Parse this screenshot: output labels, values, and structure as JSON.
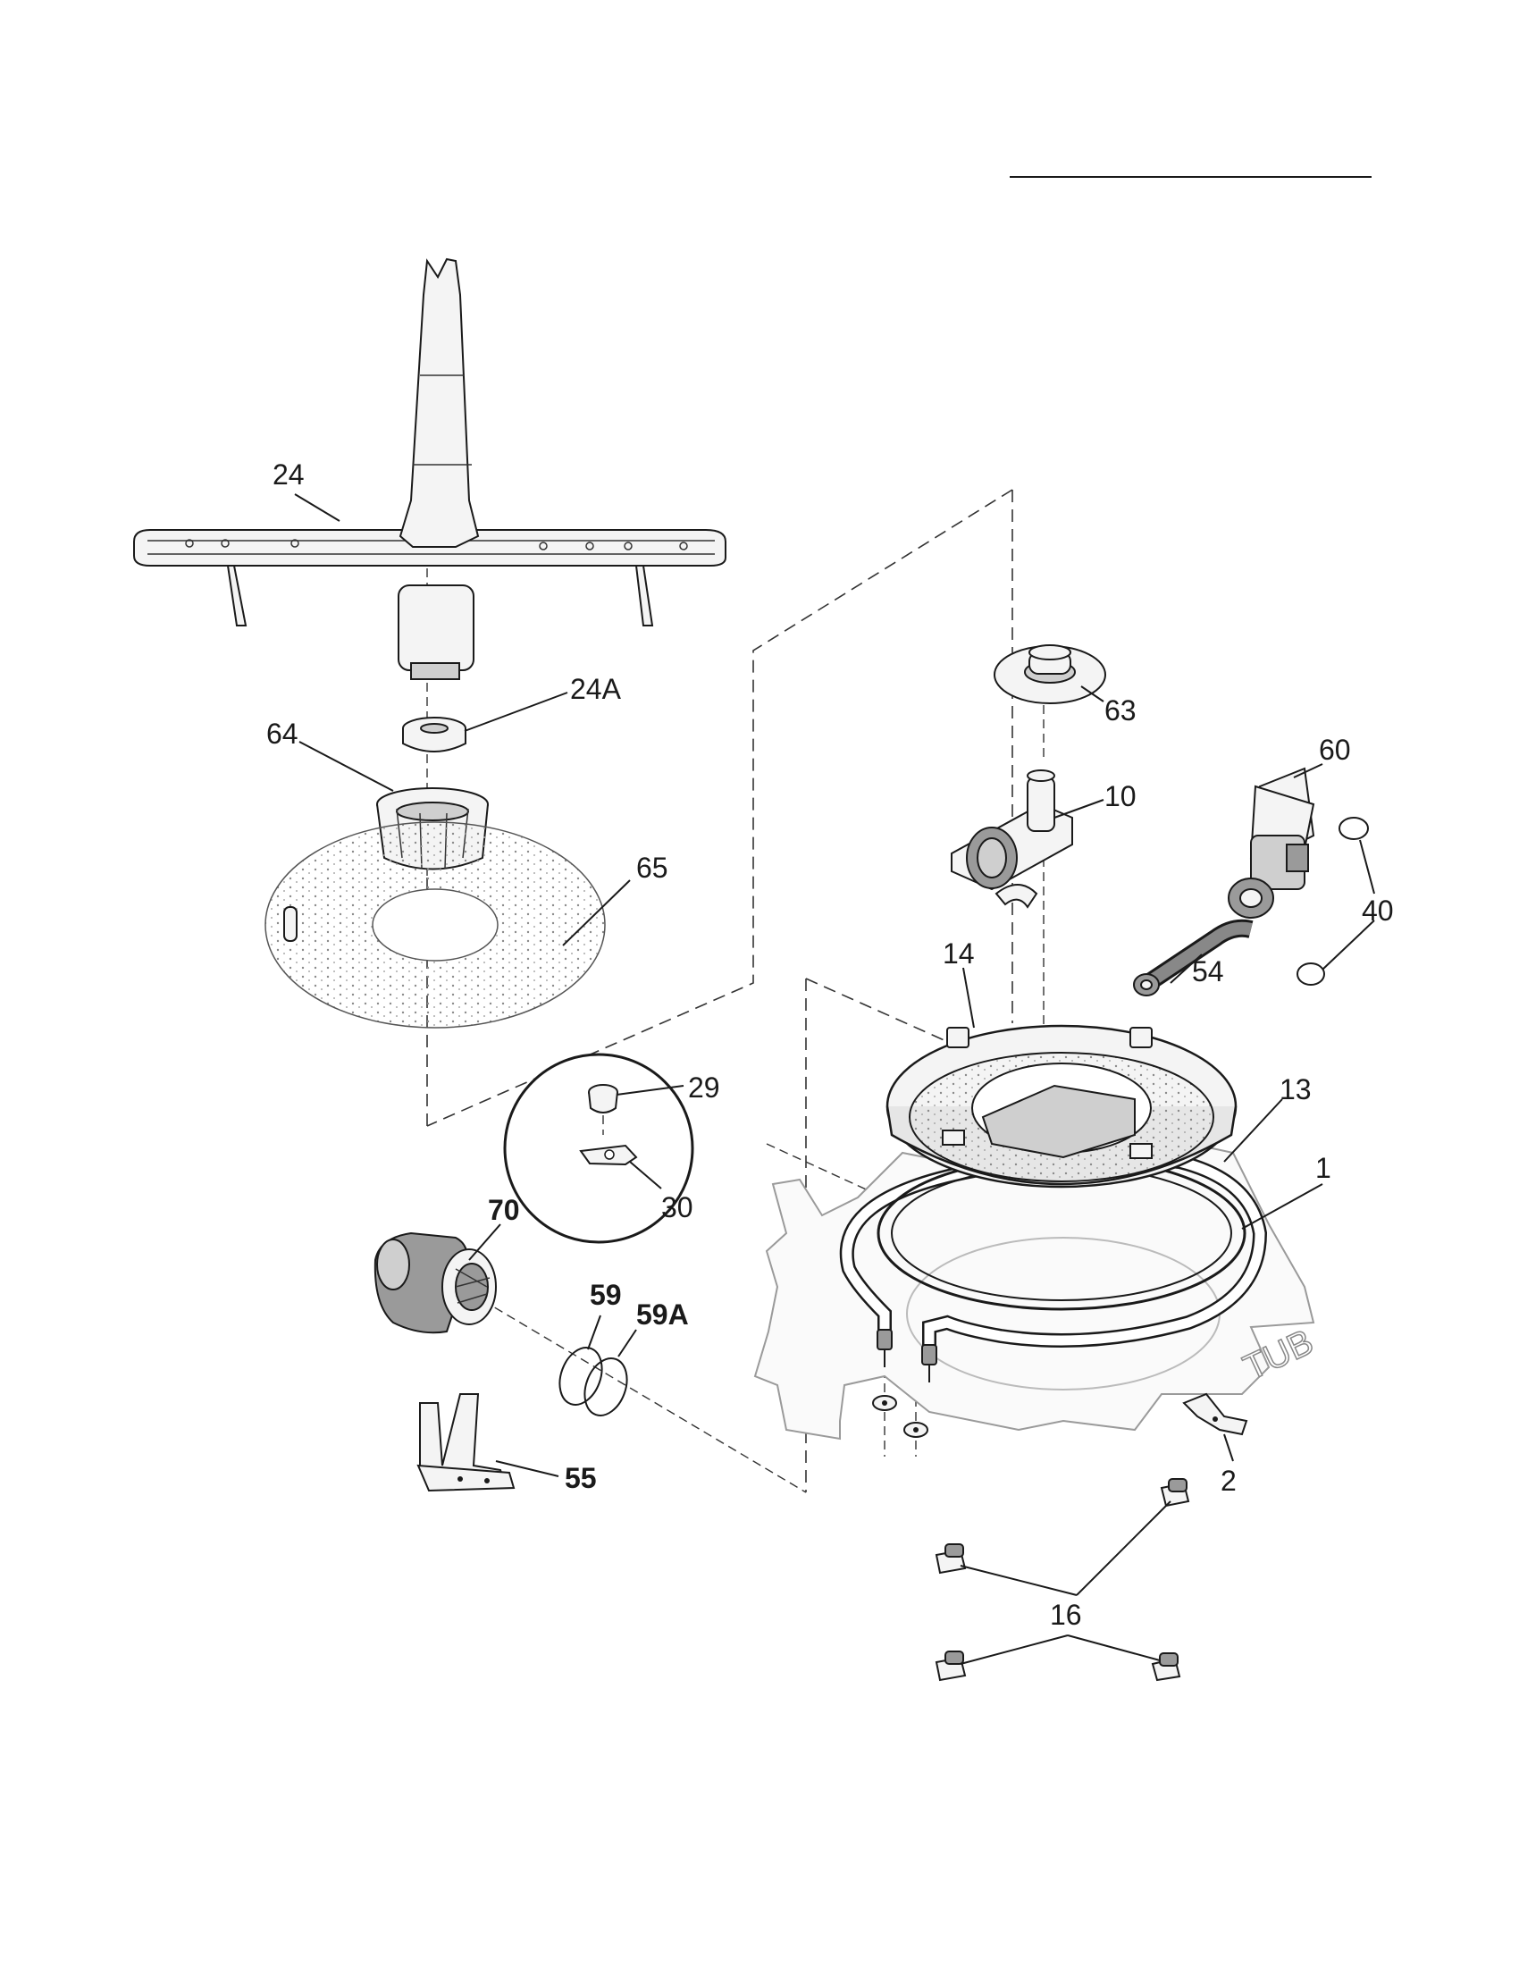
{
  "diagram": {
    "labels": {
      "p24": "24",
      "p24a": "24A",
      "p64": "64",
      "p65": "65",
      "p63": "63",
      "p60": "60",
      "p10": "10",
      "p40": "40",
      "p54": "54",
      "p14": "14",
      "p29": "29",
      "p30": "30",
      "p13": "13",
      "p1": "1",
      "p70": "70",
      "p59": "59",
      "p59a": "59A",
      "p55": "55",
      "p2": "2",
      "p16": "16"
    },
    "tub_text": "TUB"
  }
}
